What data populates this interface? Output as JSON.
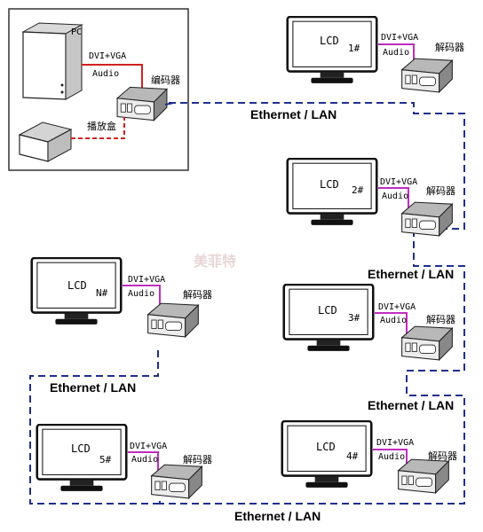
{
  "source": {
    "pc_label": "PC",
    "signal_label": "DVI+VGA",
    "audio_label": "Audio",
    "encoder_label": "编码器",
    "player_label": "播放盒"
  },
  "network_label": "Ethernet / LAN",
  "watermark": "美菲特",
  "displays": [
    {
      "lcd": "LCD",
      "number": "1#",
      "signal": "DVI+VGA",
      "audio": "Audio",
      "decoder": "解码器"
    },
    {
      "lcd": "LCD",
      "number": "2#",
      "signal": "DVI+VGA",
      "audio": "Audio",
      "decoder": "解码器"
    },
    {
      "lcd": "LCD",
      "number": "3#",
      "signal": "DVI+VGA",
      "audio": "Audio",
      "decoder": "解码器"
    },
    {
      "lcd": "LCD",
      "number": "4#",
      "signal": "DVI+VGA",
      "audio": "Audio",
      "decoder": "解码器"
    },
    {
      "lcd": "LCD",
      "number": "5#",
      "signal": "DVI+VGA",
      "audio": "Audio",
      "decoder": "解码器"
    },
    {
      "lcd": "LCD",
      "number": "N#",
      "signal": "DVI+VGA",
      "audio": "Audio",
      "decoder": "解码器"
    }
  ],
  "colors": {
    "lan": "#1f2f8c",
    "signal_red": "#d22020",
    "signal_magenta": "#c02cc0",
    "screen_border": "#111111"
  }
}
